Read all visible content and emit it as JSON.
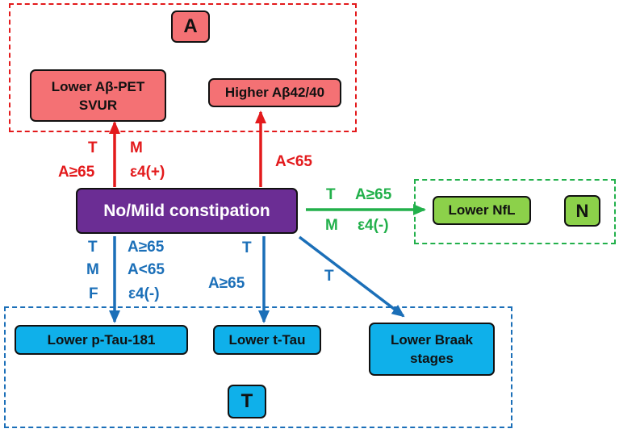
{
  "colors": {
    "amyloid_fill": "#f47174",
    "amyloid_line": "#e31a1c",
    "neuro_fill": "#8cd14a",
    "neuro_line": "#22b04b",
    "tau_fill": "#0fb0ea",
    "tau_line": "#1b6fb8",
    "center_fill": "#6b2d94",
    "center_text": "#ffffff",
    "border": "#111111"
  },
  "center": {
    "label": "No/Mild constipation"
  },
  "groups": {
    "a": {
      "badge": "A"
    },
    "n": {
      "badge": "N"
    },
    "t": {
      "badge": "T"
    }
  },
  "nodes": {
    "abeta_pet": {
      "line1": "Lower Aβ-PET",
      "line2": "SVUR"
    },
    "abeta_ratio": {
      "label": "Higher Aβ42/40"
    },
    "nfl": {
      "label": "Lower NfL"
    },
    "ptau": {
      "label": "Lower p-Tau-181"
    },
    "ttau": {
      "label": "Lower t-Tau"
    },
    "braak": {
      "line1": "Lower Braak",
      "line2": "stages"
    }
  },
  "labels": {
    "pet_t": "T",
    "pet_m": "M",
    "pet_age": "A≥65",
    "pet_apoe": "ε4(+)",
    "ratio_age": "A<65",
    "nfl_t": "T",
    "nfl_age": "A≥65",
    "nfl_m": "M",
    "nfl_apoe": "ε4(-)",
    "ptau_t": "T",
    "ptau_m": "M",
    "ptau_f": "F",
    "ptau_age1": "A≥65",
    "ptau_age2": "A<65",
    "ptau_apoe": "ε4(-)",
    "ttau_t": "T",
    "ttau_age": "A≥65",
    "braak_t": "T"
  }
}
